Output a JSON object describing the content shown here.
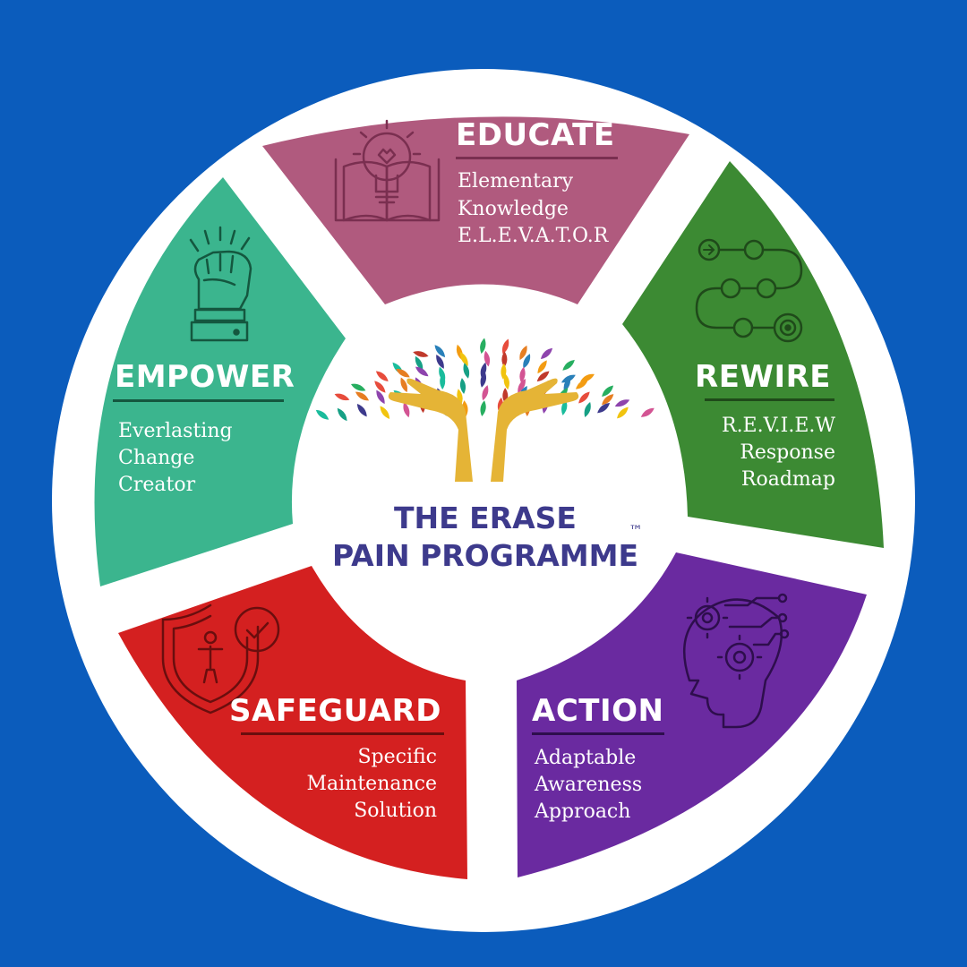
{
  "colors": {
    "background": "#0b5cbc",
    "ring": "#ffffff",
    "center_text": "#3d3a8c",
    "educate": "#b05a7e",
    "rewire": "#3c8a33",
    "action": "#6a2aa0",
    "safeguard": "#d42020",
    "empower": "#3bb58e",
    "trunk": "#e5b436"
  },
  "center": {
    "line1": "THE ERASE",
    "line2": "PAIN PROGRAMME",
    "tm": "™",
    "icon": "tree-hands-icon"
  },
  "segments": [
    {
      "key": "educate",
      "title": "EDUCATE",
      "icon": "lightbulb-book-icon",
      "lines": [
        "Elementary",
        "Knowledge",
        "E.L.E.V.A.T.O.R"
      ]
    },
    {
      "key": "rewire",
      "title": "REWIRE",
      "icon": "pathway-target-icon",
      "lines": [
        "R.E.V.I.E.W",
        "Response",
        "Roadmap"
      ]
    },
    {
      "key": "action",
      "title": "ACTION",
      "icon": "head-gears-icon",
      "lines": [
        "Adaptable",
        "Awareness",
        "Approach"
      ]
    },
    {
      "key": "safeguard",
      "title": "SAFEGUARD",
      "icon": "shield-person-check-icon",
      "lines": [
        "Specific",
        "Maintenance",
        "Solution"
      ]
    },
    {
      "key": "empower",
      "title": "EMPOWER",
      "icon": "raised-fist-icon",
      "lines": [
        "Everlasting",
        "Change",
        "Creator"
      ]
    }
  ]
}
